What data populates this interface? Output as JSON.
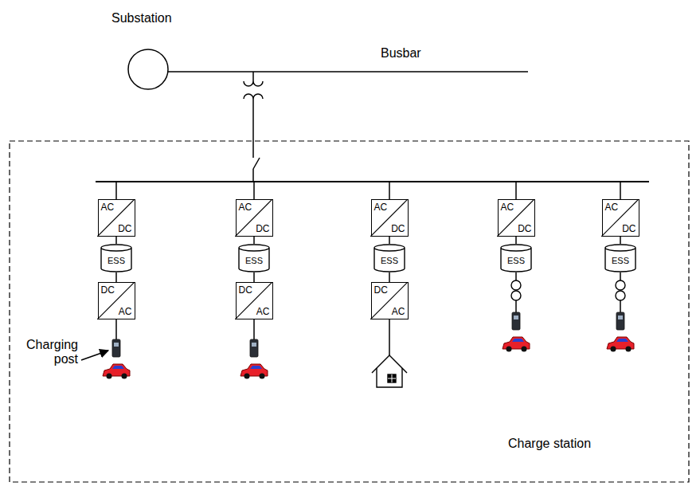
{
  "diagram": {
    "nodes": [
      {
        "text": [
          "AC",
          "DC"
        ]
      },
      {
        "text": [
          "AC",
          "DC"
        ]
      },
      {
        "text": [
          "AC",
          "DC"
        ]
      },
      {
        "text": [
          "AC",
          "DC"
        ]
      },
      {
        "text": [
          "AC",
          "DC"
        ]
      },
      {
        "text": [
          "ESS"
        ]
      },
      {
        "text": [
          "ESS"
        ]
      },
      {
        "text": [
          "ESS"
        ]
      },
      {
        "text": [
          "ESS"
        ]
      },
      {
        "text": [
          "ESS"
        ]
      },
      {
        "text": [
          "DC",
          "AC"
        ]
      },
      {
        "text": [
          "DC",
          "AC"
        ]
      },
      {
        "text": [
          "DC",
          "AC"
        ]
      }
    ],
    "edges": [
      {
        "from": 0,
        "to": 5,
        "arrow": "none"
      },
      {
        "from": 1,
        "to": 6,
        "arrow": "none"
      },
      {
        "from": 2,
        "to": 7,
        "arrow": "none"
      },
      {
        "from": 3,
        "to": 8,
        "arrow": "none"
      },
      {
        "from": 4,
        "to": 9,
        "arrow": "none"
      },
      {
        "from": 5,
        "to": 10,
        "arrow": "none"
      },
      {
        "from": 6,
        "to": 11,
        "arrow": "none"
      },
      {
        "from": 7,
        "to": 12,
        "arrow": "none"
      }
    ],
    "labels": [
      "Substation",
      "Busbar",
      "Charging post",
      "Charge station"
    ]
  }
}
